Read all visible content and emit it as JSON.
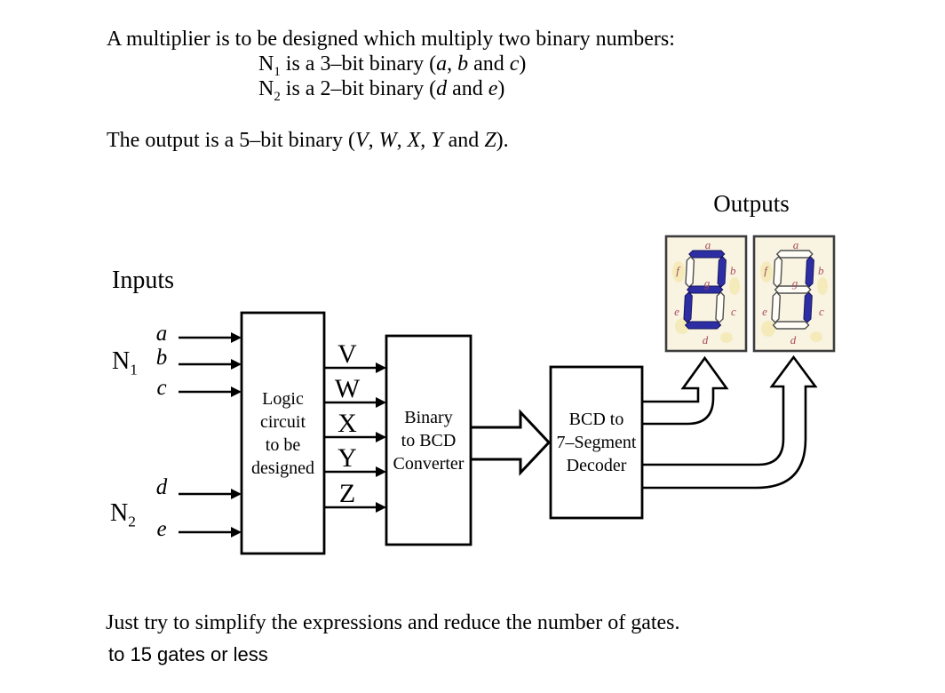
{
  "intro": {
    "line1": [
      {
        "t": "A multiplier is to be designed which multiply two binary numbers:"
      }
    ],
    "line2": [
      {
        "t": "N"
      },
      {
        "t": "1",
        "sub": true
      },
      {
        "t": " is a 3–bit binary ("
      },
      {
        "t": "a",
        "i": true
      },
      {
        "t": ", "
      },
      {
        "t": "b",
        "i": true
      },
      {
        "t": " and "
      },
      {
        "t": "c",
        "i": true
      },
      {
        "t": ")"
      }
    ],
    "line3": [
      {
        "t": "N"
      },
      {
        "t": "2",
        "sub": true
      },
      {
        "t": " is a 2–bit binary ("
      },
      {
        "t": "d",
        "i": true
      },
      {
        "t": " and "
      },
      {
        "t": "e",
        "i": true
      },
      {
        "t": ")"
      }
    ],
    "line4": [
      {
        "t": "The output is a 5–bit binary ("
      },
      {
        "t": "V",
        "i": true
      },
      {
        "t": ", "
      },
      {
        "t": "W",
        "i": true
      },
      {
        "t": ", "
      },
      {
        "t": "X",
        "i": true
      },
      {
        "t": ", "
      },
      {
        "t": "Y",
        "i": true
      },
      {
        "t": " and "
      },
      {
        "t": "Z",
        "i": true
      },
      {
        "t": ")."
      }
    ]
  },
  "footer": {
    "line1": [
      {
        "t": "Just try to simplify the expressions and reduce the number of gates."
      }
    ],
    "line2": "to 15 gates or less"
  },
  "diagram": {
    "inputs_title": "Inputs",
    "outputs_title": "Outputs",
    "n_labels": [
      [
        {
          "t": "N"
        },
        {
          "t": "1",
          "sub": true
        }
      ],
      [
        {
          "t": "N"
        },
        {
          "t": "2",
          "sub": true
        }
      ]
    ],
    "input_signals": [
      "a",
      "b",
      "c",
      "d",
      "e"
    ],
    "output_signals": [
      "V",
      "W",
      "X",
      "Y",
      "Z"
    ],
    "boxes": {
      "logic": [
        "Logic",
        "circuit",
        "to be",
        "designed"
      ],
      "binary": [
        "Binary",
        "to BCD",
        "Converter"
      ],
      "decoder": [
        "BCD to",
        "7–Segment",
        "Decoder"
      ]
    },
    "seg_label_names": [
      "a",
      "b",
      "c",
      "d",
      "e",
      "f",
      "g"
    ],
    "displays": [
      {
        "name": "left-display",
        "digit": "2",
        "lit_segments": [
          "a",
          "b",
          "g",
          "e",
          "d"
        ]
      },
      {
        "name": "right-display",
        "digit": "1",
        "lit_segments": [
          "b",
          "c"
        ]
      }
    ]
  },
  "colors": {
    "line": "#000000",
    "box_fill": "#ffffff",
    "display_bg": "#f9f3e2",
    "display_border": "#3d3d3d",
    "display_spot": "#f3e8ac",
    "seg_on": "#2e2ea4",
    "seg_on_stroke": "#14145c",
    "seg_off": "#fffdf6",
    "seg_off_stroke": "#4f4f4f",
    "seg_label": "#a64a5c"
  }
}
